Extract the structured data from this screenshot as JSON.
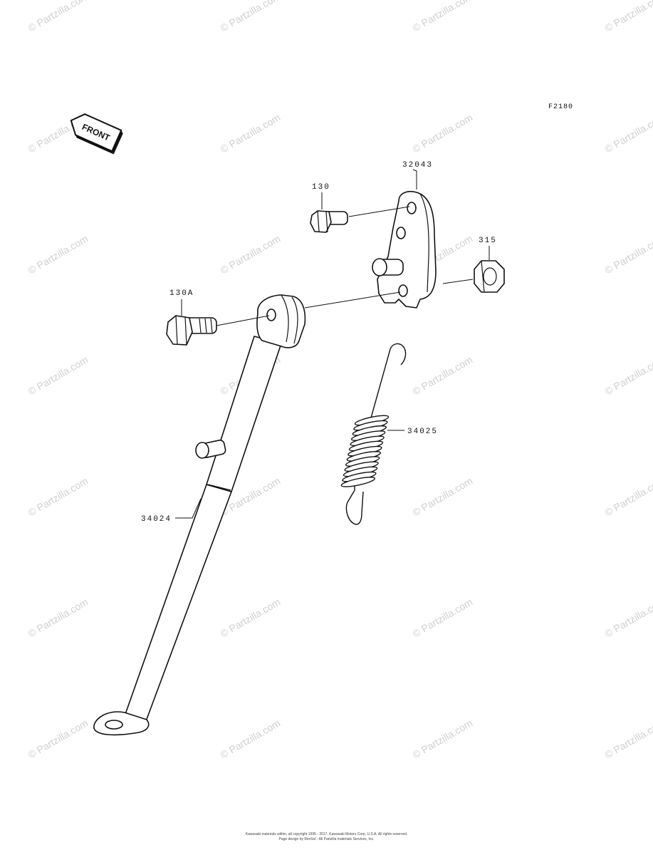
{
  "diagram_code": "F2180",
  "front_arrow_label": "FRONT",
  "watermark_text": "© Partzilla.com",
  "parts": [
    {
      "number": "130",
      "name": "bolt"
    },
    {
      "number": "32043",
      "name": "bracket"
    },
    {
      "number": "315",
      "name": "nut"
    },
    {
      "number": "130A",
      "name": "bolt"
    },
    {
      "number": "34025",
      "name": "spring"
    },
    {
      "number": "34024",
      "name": "side-stand"
    }
  ],
  "footer": {
    "line1": "Kawasaki materials within, all copyright 1995 - 2017, Kawasaki Motors Corp, U.S.A. All rights reserved.",
    "line2": "Page design by RevSol - All Partzilla materials Services, Inc."
  }
}
